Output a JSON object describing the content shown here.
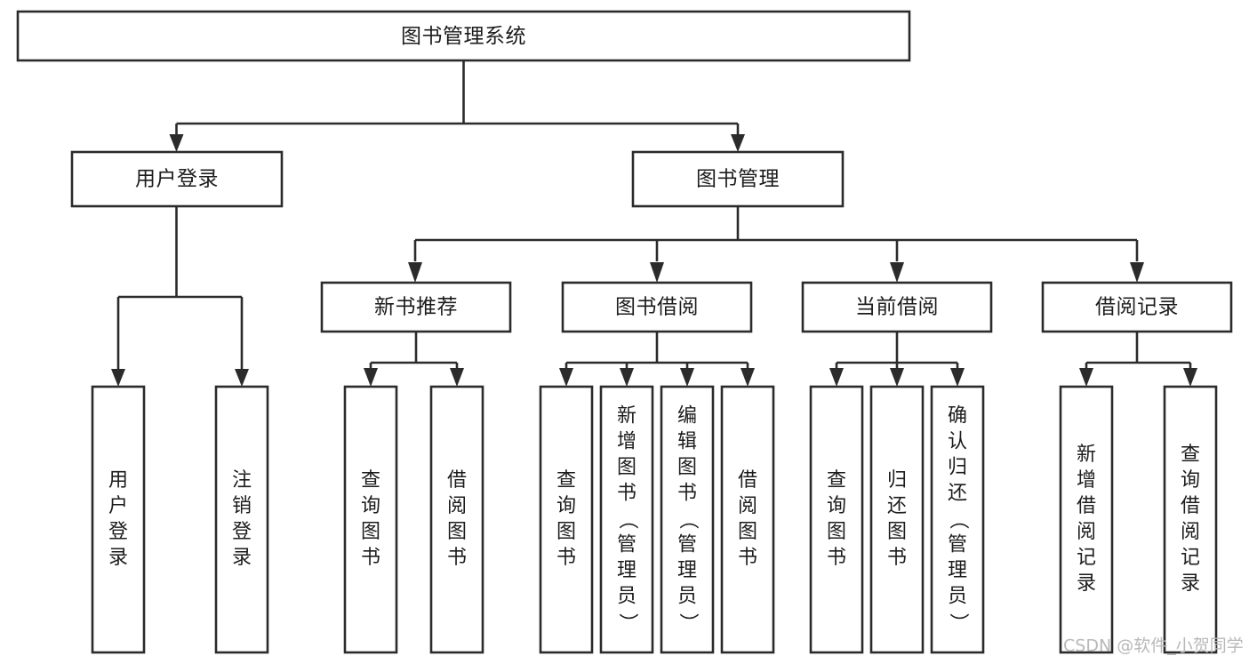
{
  "diagram": {
    "title": "图书管理系统",
    "type": "tree-hierarchy",
    "root": {
      "id": "root",
      "label": "图书管理系统",
      "orientation": "horizontal"
    },
    "level2": [
      {
        "id": "user-login",
        "label": "用户登录",
        "orientation": "horizontal"
      },
      {
        "id": "book-manage",
        "label": "图书管理",
        "orientation": "horizontal"
      }
    ],
    "level3": [
      {
        "id": "new-book-recommend",
        "label": "新书推荐",
        "orientation": "horizontal",
        "parent": "book-manage"
      },
      {
        "id": "book-borrow",
        "label": "图书借阅",
        "orientation": "horizontal",
        "parent": "book-manage"
      },
      {
        "id": "current-borrow",
        "label": "当前借阅",
        "orientation": "horizontal",
        "parent": "book-manage"
      },
      {
        "id": "borrow-record",
        "label": "借阅记录",
        "orientation": "horizontal",
        "parent": "book-manage"
      }
    ],
    "leaves": [
      {
        "id": "leaf-user-login",
        "label": "用户登录",
        "orientation": "vertical",
        "parent": "user-login"
      },
      {
        "id": "leaf-user-logout",
        "label": "注销登录",
        "orientation": "vertical",
        "parent": "user-login"
      },
      {
        "id": "leaf-query-book-1",
        "label": "查询图书",
        "orientation": "vertical",
        "parent": "new-book-recommend"
      },
      {
        "id": "leaf-borrow-book-1",
        "label": "借阅图书",
        "orientation": "vertical",
        "parent": "new-book-recommend"
      },
      {
        "id": "leaf-query-book-2",
        "label": "查询图书",
        "orientation": "vertical",
        "parent": "book-borrow"
      },
      {
        "id": "leaf-add-book",
        "label": "新增图书（管理员）",
        "orientation": "vertical",
        "parent": "book-borrow"
      },
      {
        "id": "leaf-edit-book",
        "label": "编辑图书（管理员）",
        "orientation": "vertical",
        "parent": "book-borrow"
      },
      {
        "id": "leaf-borrow-book-2",
        "label": "借阅图书",
        "orientation": "vertical",
        "parent": "book-borrow"
      },
      {
        "id": "leaf-query-book-3",
        "label": "查询图书",
        "orientation": "vertical",
        "parent": "current-borrow"
      },
      {
        "id": "leaf-return-book",
        "label": "归还图书",
        "orientation": "vertical",
        "parent": "current-borrow"
      },
      {
        "id": "leaf-confirm-return",
        "label": "确认归还（管理员）",
        "orientation": "vertical",
        "parent": "current-borrow"
      },
      {
        "id": "leaf-add-record",
        "label": "新增借阅记录",
        "orientation": "vertical",
        "parent": "borrow-record"
      },
      {
        "id": "leaf-query-record",
        "label": "查询借阅记录",
        "orientation": "vertical",
        "parent": "borrow-record"
      }
    ]
  },
  "watermark": {
    "text": "CSDN @软件_小贺同学"
  },
  "colors": {
    "stroke": "#2b2b2b",
    "box_fill": "#ffffff",
    "text": "#1c1c1c",
    "background": "#ffffff",
    "watermark": "#b9b9b9"
  }
}
